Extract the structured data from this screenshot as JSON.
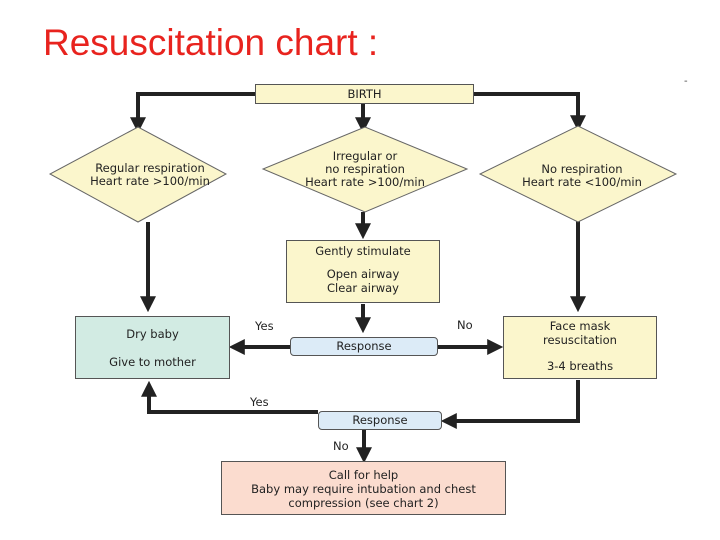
{
  "title": "Resuscitation chart :",
  "nodes": {
    "birth": "BIRTH",
    "regular": [
      "Regular respiration",
      "Heart rate >100/min"
    ],
    "irregular": [
      "Irregular or",
      "no respiration",
      "Heart rate >100/min"
    ],
    "none": [
      "No respiration",
      "Heart rate <100/min"
    ],
    "stimulate": "Gently stimulate",
    "airway": [
      "Open airway",
      "Clear airway"
    ],
    "dry_baby": "Dry baby",
    "give_mother": "Give to mother",
    "face_mask": [
      "Face mask",
      "resuscitation"
    ],
    "breaths": "3-4 breaths",
    "response1": "Response",
    "response2": "Response",
    "call_help": [
      "Call for help",
      "Baby may require intubation and chest",
      "compression (see chart 2)"
    ]
  },
  "edges": {
    "yes1": "Yes",
    "no1": "No",
    "yes2": "Yes",
    "no2": "No"
  },
  "colors": {
    "title": "#e8231e",
    "yellow": "#fbf6cc",
    "green": "#d2ebe3",
    "blue": "#dcebf7",
    "pink": "#fbdccf"
  }
}
